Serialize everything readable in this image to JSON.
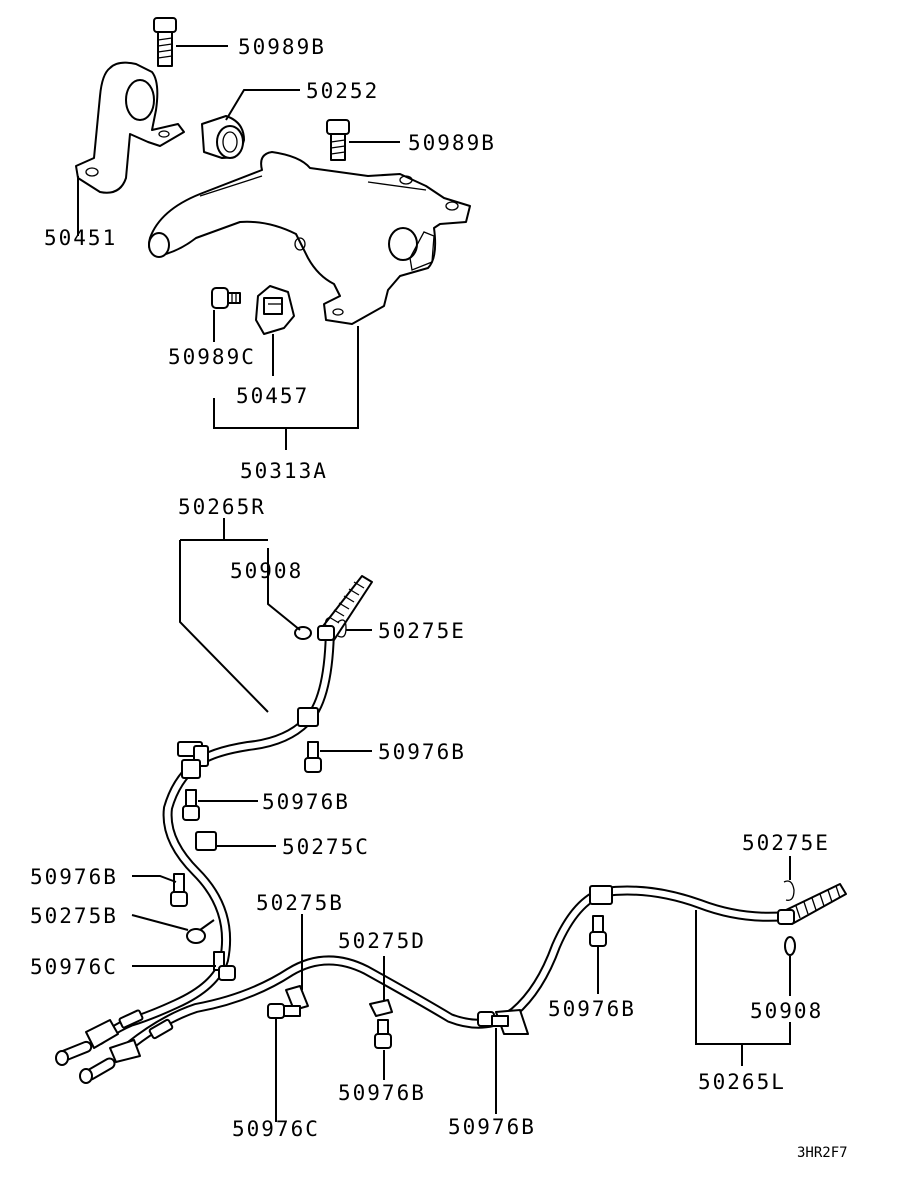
{
  "labels": {
    "l_50989B_top": "50989B",
    "l_50252": "50252",
    "l_50989B_mid": "50989B",
    "l_50451": "50451",
    "l_50989C": "50989C",
    "l_50457": "50457",
    "l_50313A": "50313A",
    "l_50265R": "50265R",
    "l_50908_r": "50908",
    "l_50275E_r": "50275E",
    "l_50976B_1": "50976B",
    "l_50976B_2": "50976B",
    "l_50275C": "50275C",
    "l_50976B_3": "50976B",
    "l_50275B_left": "50275B",
    "l_50976C_left": "50976C",
    "l_50275B_mid": "50275B",
    "l_50275D": "50275D",
    "l_50275E_l": "50275E",
    "l_50976B_4": "50976B",
    "l_50908_l": "50908",
    "l_50265L": "50265L",
    "l_50976C_bottom": "50976C",
    "l_50976B_5": "50976B",
    "l_50976B_6": "50976B"
  },
  "diagram_code": "3HR2F7"
}
